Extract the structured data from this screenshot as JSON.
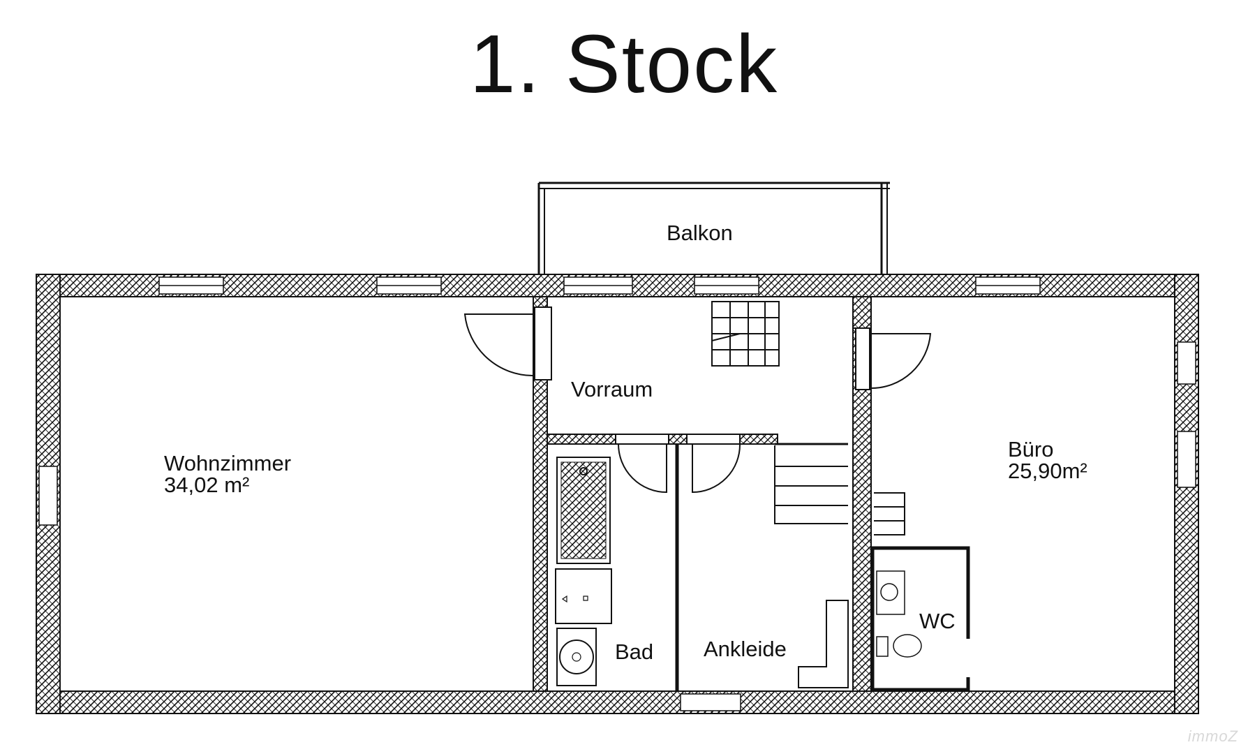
{
  "title": "1. Stock",
  "rooms": {
    "balkon": {
      "name": "Balkon"
    },
    "vorraum": {
      "name": "Vorraum"
    },
    "wohnzimmer": {
      "name": "Wohnzimmer",
      "area": "34,02 m²"
    },
    "buero": {
      "name": "Büro",
      "area": "25,90m²"
    },
    "bad": {
      "name": "Bad"
    },
    "ankleide": {
      "name": "Ankleide"
    },
    "wc": {
      "name": "WC"
    }
  },
  "watermark": "immoZ",
  "colors": {
    "wall": "#111111",
    "background": "#ffffff"
  }
}
